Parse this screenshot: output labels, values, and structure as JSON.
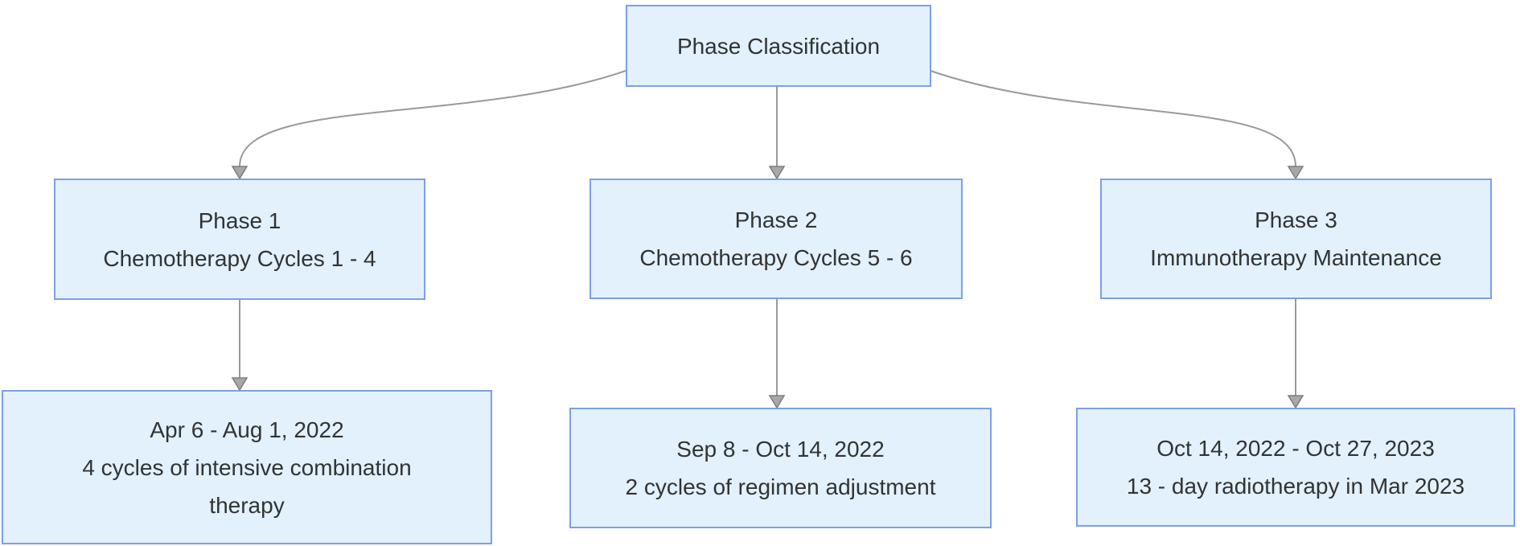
{
  "colors": {
    "background": "#ffffff",
    "node_fill": "#e2f1fc",
    "node_border": "#7d9fe8",
    "edge": "#999999",
    "arrowhead": "#999999",
    "text": "#333333"
  },
  "diagram": {
    "type": "flowchart-top-down",
    "root": {
      "lines": [
        "Phase Classification"
      ]
    },
    "phase1": {
      "lines": [
        "Phase 1",
        "Chemotherapy Cycles 1 - 4"
      ]
    },
    "phase2": {
      "lines": [
        "Phase 2",
        "Chemotherapy Cycles 5 - 6"
      ]
    },
    "phase3": {
      "lines": [
        "Phase 3",
        "Immunotherapy Maintenance"
      ]
    },
    "detail1": {
      "lines": [
        "Apr 6 - Aug 1, 2022",
        "4 cycles of intensive combination",
        "therapy"
      ]
    },
    "detail2": {
      "lines": [
        "Sep 8 - Oct 14, 2022",
        "2 cycles of regimen adjustment"
      ]
    },
    "detail3": {
      "lines": [
        "Oct 14, 2022 - Oct 27, 2023",
        "13 - day radiotherapy in Mar 2023"
      ]
    },
    "edges": [
      {
        "from": "root",
        "to": "phase1"
      },
      {
        "from": "root",
        "to": "phase2"
      },
      {
        "from": "root",
        "to": "phase3"
      },
      {
        "from": "phase1",
        "to": "detail1"
      },
      {
        "from": "phase2",
        "to": "detail2"
      },
      {
        "from": "phase3",
        "to": "detail3"
      }
    ]
  }
}
